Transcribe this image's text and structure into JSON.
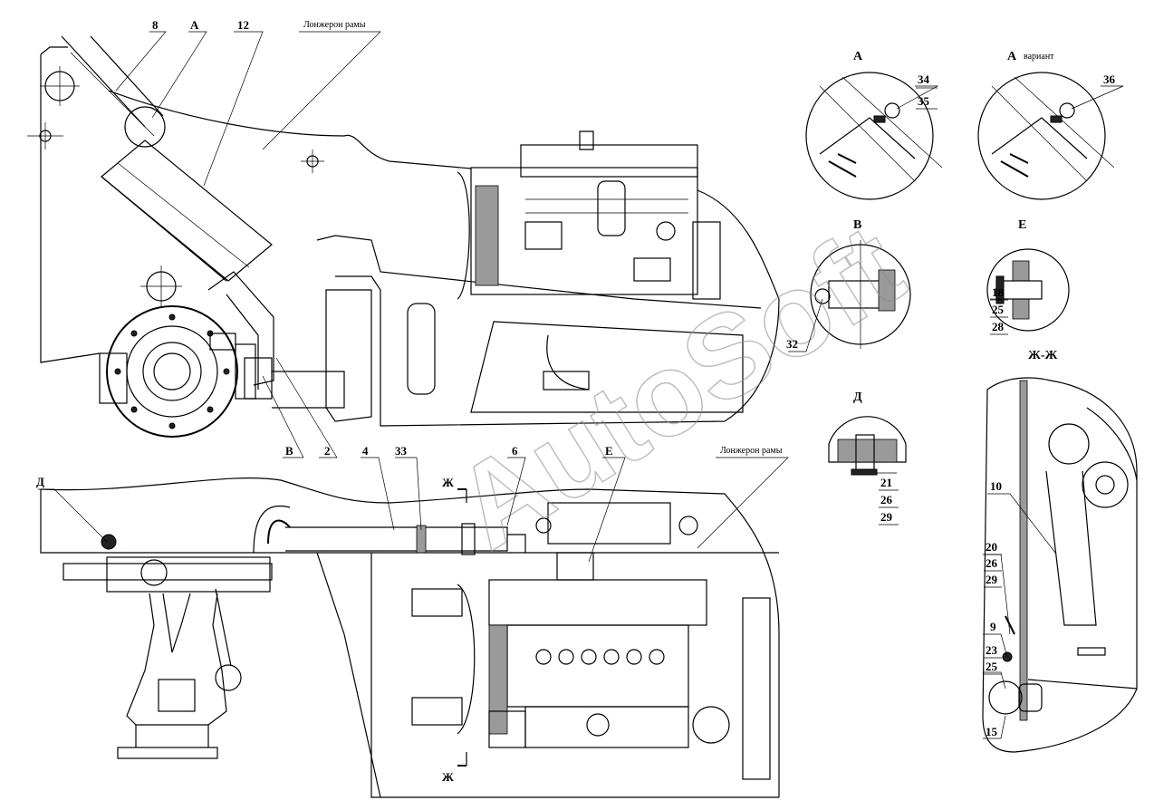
{
  "watermark": "AutoSoft",
  "frame_notes": {
    "top": "Лонжерон рамы",
    "bottom": "Лонжерон рамы"
  },
  "view_titles": {
    "a": "А",
    "a_variant_letter": "А",
    "a_variant_word": "вариант",
    "b": "В",
    "e": "Е",
    "d": "Д",
    "zh_zh": "Ж-Ж"
  },
  "section_marks": {
    "zh_top": "Ж",
    "zh_bottom": "Ж"
  },
  "callouts_top": {
    "n8": "8",
    "nA": "А",
    "n12": "12",
    "nB": "В",
    "n2": "2"
  },
  "callouts_bottom": {
    "nD": "Д",
    "n4": "4",
    "n33": "33",
    "n6": "6",
    "nE": "Е"
  },
  "callouts_details": {
    "n34": "34",
    "n35": "35",
    "n36": "36",
    "n32": "32",
    "n18": "18",
    "n25a": "25",
    "n28": "28",
    "n21": "21",
    "n26a": "26",
    "n29a": "29"
  },
  "callouts_section": {
    "n10": "10",
    "n20": "20",
    "n26b": "26",
    "n29b": "29",
    "n9": "9",
    "n23": "23",
    "n25b": "25",
    "n15": "15"
  }
}
